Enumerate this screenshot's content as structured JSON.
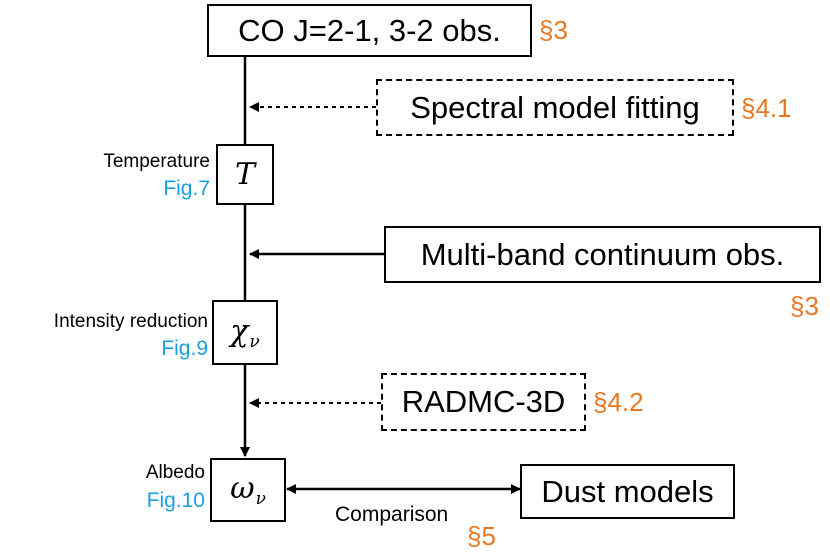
{
  "nodes": {
    "co_obs": {
      "label": "CO J=2-1, 3-2 obs.",
      "ref": "§3"
    },
    "spectral_fit": {
      "label": "Spectral model fitting",
      "ref": "§4.1"
    },
    "temperature": {
      "symbol": "T",
      "caption": "Temperature",
      "fig": "Fig.7"
    },
    "multiband": {
      "label": "Multi-band continuum obs.",
      "ref": "§3"
    },
    "intensity": {
      "symbol": "χ",
      "subscript": "ν",
      "caption": "Intensity reduction",
      "fig": "Fig.9"
    },
    "radmc": {
      "label": "RADMC-3D",
      "ref": "§4.2"
    },
    "albedo": {
      "symbol": "ω",
      "subscript": "ν",
      "caption": "Albedo",
      "fig": "Fig.10"
    },
    "dust_models": {
      "label": "Dust models"
    }
  },
  "edges": {
    "comparison": {
      "label": "Comparison",
      "ref": "§5"
    }
  },
  "colors": {
    "ref": "#e87722",
    "fig": "#1a9fe0",
    "line": "#000000"
  }
}
